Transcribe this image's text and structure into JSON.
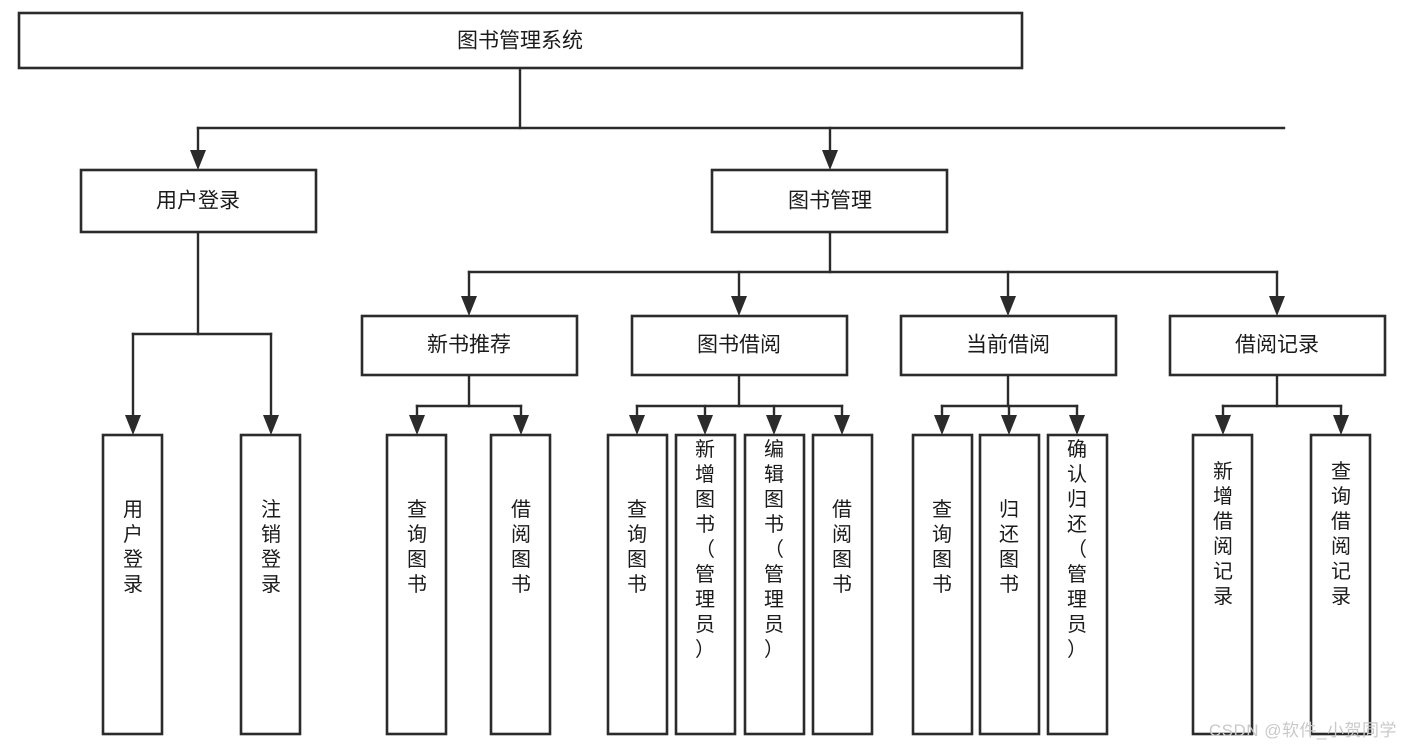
{
  "diagram": {
    "type": "tree-hierarchy",
    "title": "图书管理系统",
    "watermark": "CSDN @软件_小贺同学",
    "colors": {
      "background": "#ffffff",
      "box_stroke": "#2b2b2b",
      "box_fill": "#ffffff",
      "text": "#1b1b1b",
      "watermark": "#c9c9c9"
    },
    "levels": {
      "root": {
        "label": "图书管理系统"
      },
      "level2": [
        {
          "label": "用户登录"
        },
        {
          "label": "图书管理"
        }
      ],
      "level3": [
        {
          "label": "新书推荐"
        },
        {
          "label": "图书借阅"
        },
        {
          "label": "当前借阅"
        },
        {
          "label": "借阅记录"
        }
      ],
      "leaves": {
        "user_login": [
          {
            "label": "用户登录"
          },
          {
            "label": "注销登录"
          }
        ],
        "new_book": [
          {
            "label": "查询图书"
          },
          {
            "label": "借阅图书"
          }
        ],
        "book_borrow": [
          {
            "label": "查询图书"
          },
          {
            "label": "新增图书（管理员）"
          },
          {
            "label": "编辑图书（管理员）"
          },
          {
            "label": "借阅图书"
          }
        ],
        "current_borrow": [
          {
            "label": "查询图书"
          },
          {
            "label": "归还图书"
          },
          {
            "label": "确认归还（管理员）"
          }
        ],
        "borrow_record": [
          {
            "label": "新增借阅记录"
          },
          {
            "label": "查询借阅记录"
          }
        ]
      }
    }
  }
}
